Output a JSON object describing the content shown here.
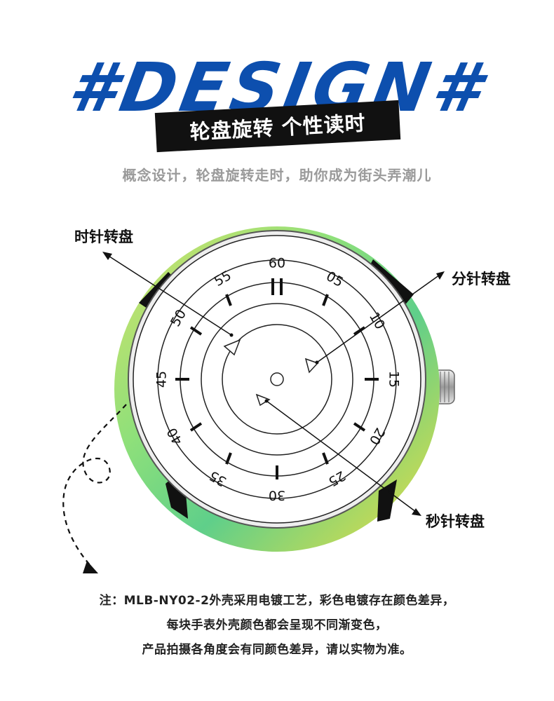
{
  "header": {
    "title": "#DESIGN#",
    "banner": "轮盘旋转 个性读时",
    "subtitle": "概念设计，轮盘旋转走时，助你成为街头弄潮儿"
  },
  "callouts": {
    "hour_dial": "时针转盘",
    "minute_dial": "分针转盘",
    "second_dial": "秒针转盘"
  },
  "dial_numbers": [
    "60",
    "05",
    "10",
    "15",
    "20",
    "25",
    "30",
    "35",
    "40",
    "45",
    "50",
    "55"
  ],
  "notes": [
    "注：MLB-NY02-2外壳采用电镀工艺，彩色电镀存在颜色差异，",
    "每块手表外壳颜色都会呈现不同渐变色，",
    "产品拍摄各角度会有同颜色差异，请以实物为准。"
  ],
  "colors": {
    "title_blue": "#0d4fae",
    "case_green": "#7fd86a",
    "case_yellow": "#c9d857",
    "banner_black": "#111111"
  }
}
